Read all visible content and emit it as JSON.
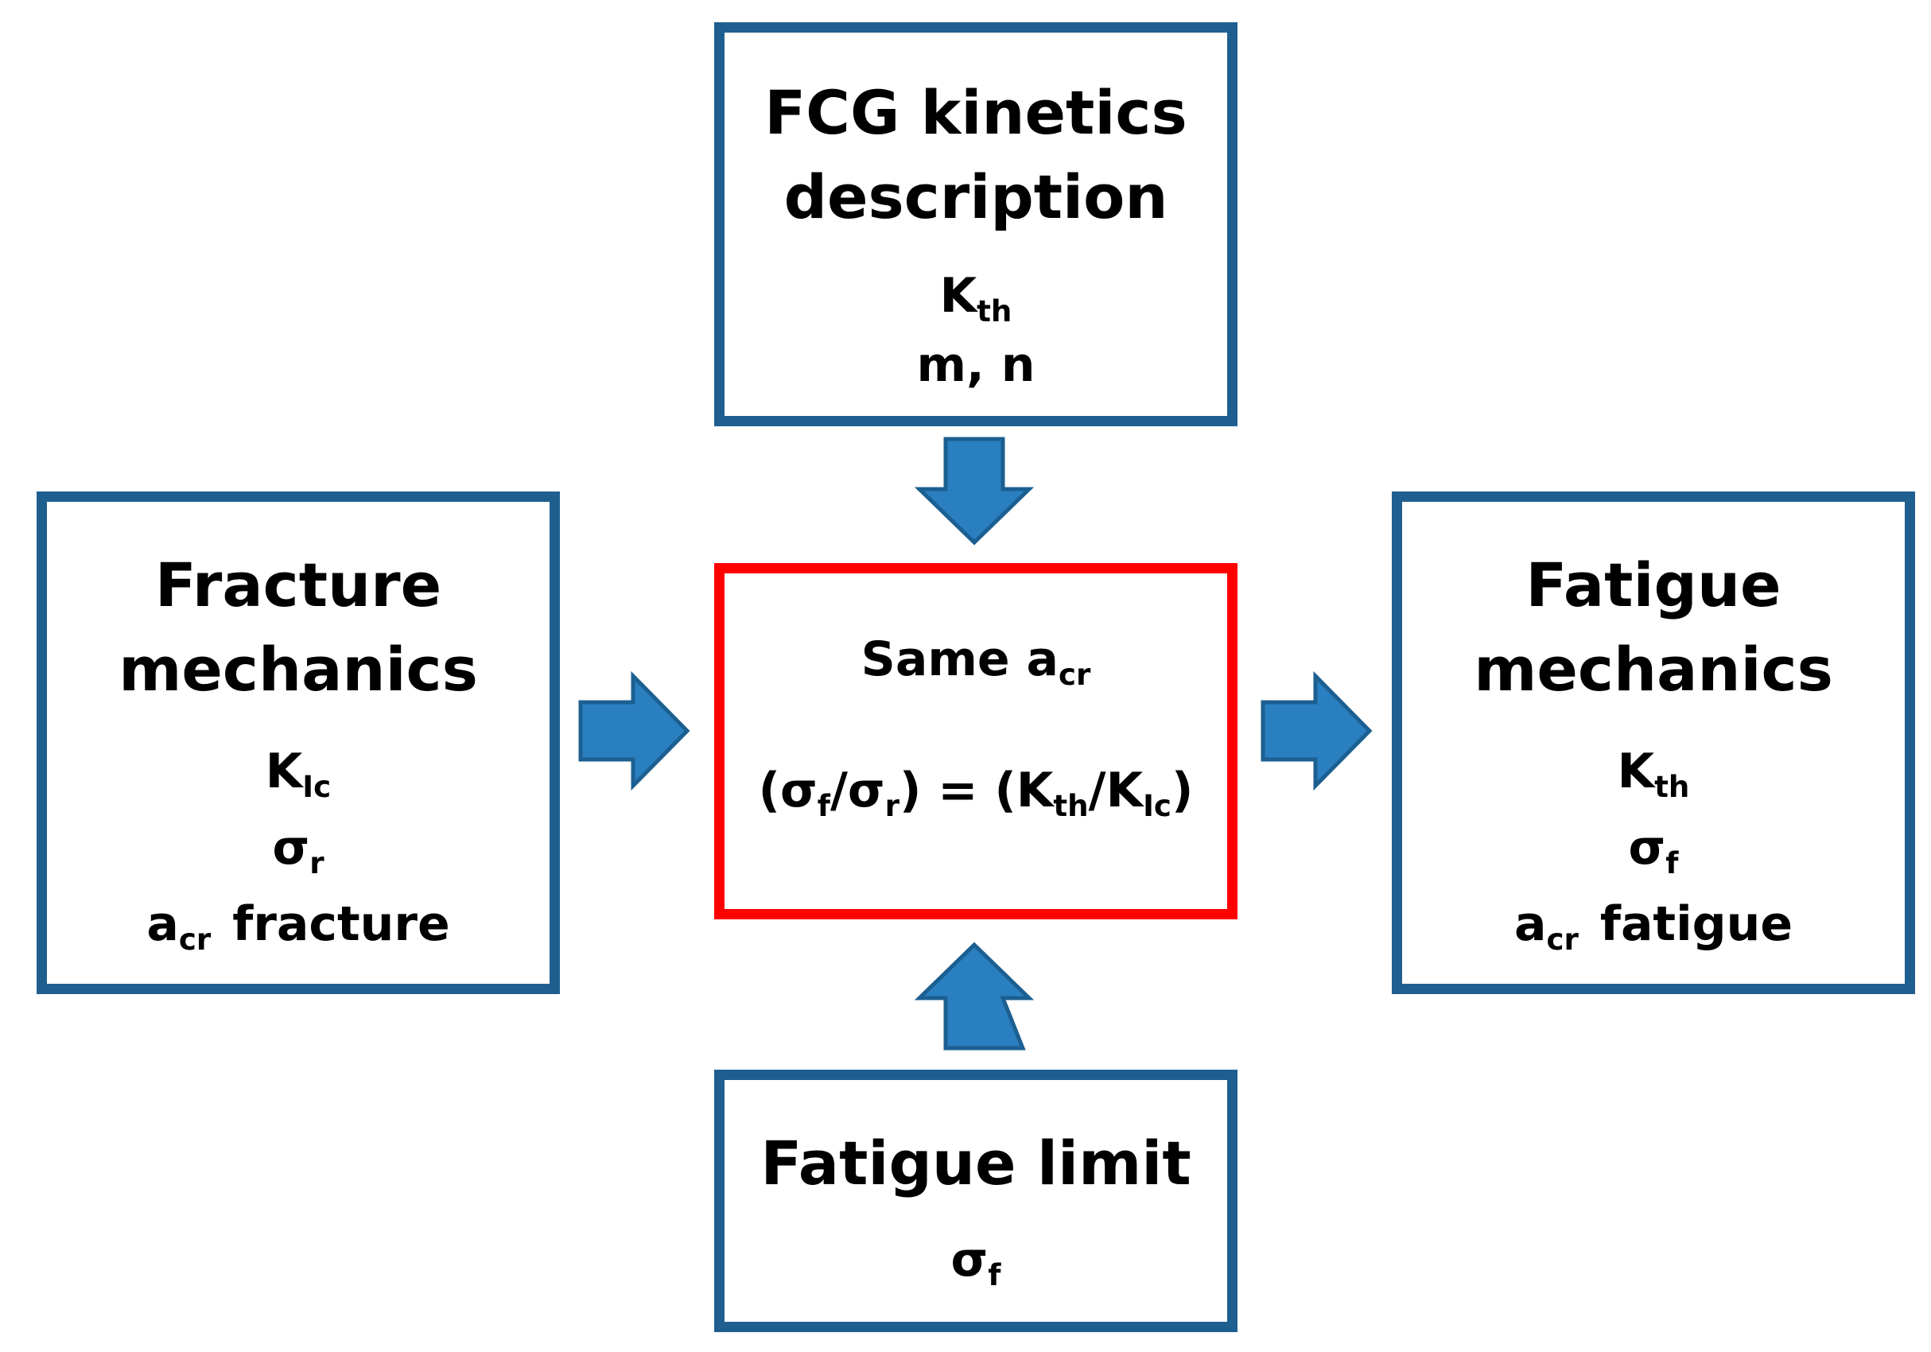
{
  "colors": {
    "box_border": "#1f5f8f",
    "center_border": "#ff0000",
    "arrow_fill": "#2a7fc0",
    "arrow_stroke": "#1c5f91"
  },
  "top": {
    "title_lines": [
      "FCG kinetics",
      "description"
    ],
    "param1": {
      "base": "K",
      "sub": "th"
    },
    "param2": "m, n"
  },
  "left": {
    "title_lines": [
      "Fracture",
      "mechanics"
    ],
    "param1": {
      "base": "K",
      "sub": "Ic"
    },
    "param2": {
      "base": "σ",
      "sub": "r"
    },
    "param3": {
      "base": "a",
      "sub": "cr",
      "suffix": "fracture"
    }
  },
  "right": {
    "title_lines": [
      "Fatigue",
      "mechanics"
    ],
    "param1": {
      "base": "K",
      "sub": "th"
    },
    "param2": {
      "base": "σ",
      "sub": "f"
    },
    "param3": {
      "base": "a",
      "sub": "cr",
      "suffix": "fatigue"
    }
  },
  "bottom": {
    "title": "Fatigue limit",
    "param1": {
      "base": "σ",
      "sub": "f"
    }
  },
  "center": {
    "heading": {
      "base": "Same a",
      "sub": "cr"
    },
    "equation": {
      "open1": "(",
      "s1": "σ",
      "s1_sub": "f",
      "slash1": "/",
      "s2": "σ",
      "s2_sub": "r",
      "close1": ")",
      "equals": " = ",
      "open2": "(",
      "k1": "K",
      "k1_sub": "th",
      "slash2": "/",
      "k2": "K",
      "k2_sub": "Ic",
      "close2": ")"
    }
  }
}
